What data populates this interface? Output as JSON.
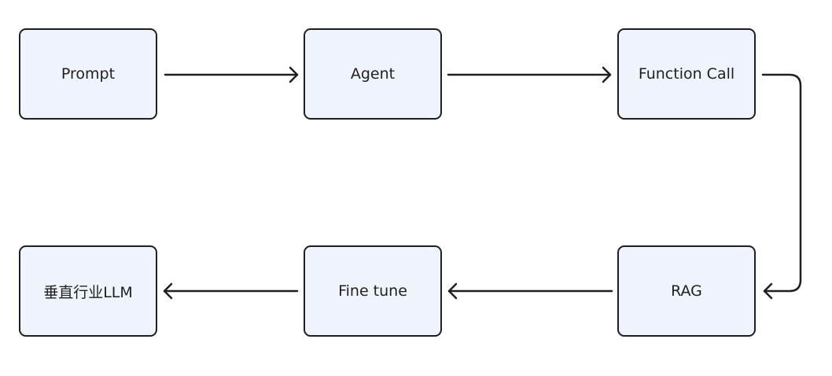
{
  "nodes": {
    "prompt": "Prompt",
    "agent": "Agent",
    "function_call": "Function Call",
    "rag": "RAG",
    "fine_tune": "Fine tune",
    "vertical_llm": "垂直行业LLM"
  },
  "colors": {
    "node_fill": "#eef3fc",
    "node_border": "#1f1f1f",
    "connector": "#1f1f1f"
  }
}
